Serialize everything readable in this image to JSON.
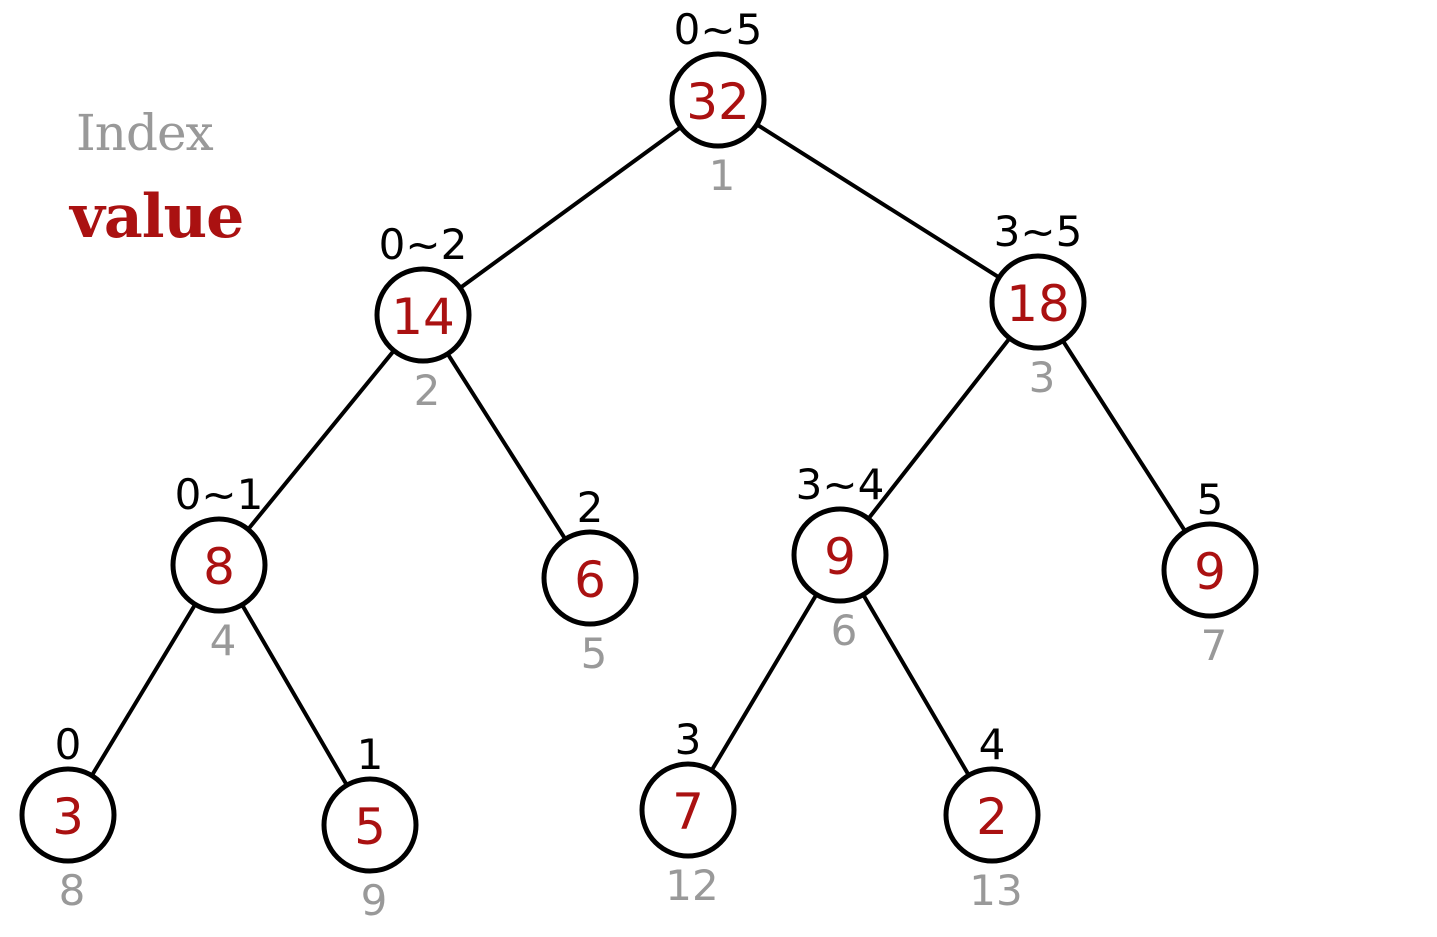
{
  "legend": {
    "index_label": "Index",
    "value_label": "value",
    "index_color": "#999999",
    "value_color": "#aa1111"
  },
  "nodes": [
    {
      "id": "n1",
      "value": "32",
      "range": "0~5",
      "index": "1"
    },
    {
      "id": "n2",
      "value": "14",
      "range": "0~2",
      "index": "2"
    },
    {
      "id": "n3",
      "value": "18",
      "range": "3~5",
      "index": "3"
    },
    {
      "id": "n4",
      "value": "8",
      "range": "0~1",
      "index": "4"
    },
    {
      "id": "n5",
      "value": "6",
      "range": "2",
      "index": "5"
    },
    {
      "id": "n6",
      "value": "9",
      "range": "3~4",
      "index": "6"
    },
    {
      "id": "n7",
      "value": "9",
      "range": "5",
      "index": "7"
    },
    {
      "id": "n8",
      "value": "3",
      "range": "0",
      "index": "8"
    },
    {
      "id": "n9",
      "value": "5",
      "range": "1",
      "index": "9"
    },
    {
      "id": "n12",
      "value": "7",
      "range": "3",
      "index": "12"
    },
    {
      "id": "n13",
      "value": "2",
      "range": "4",
      "index": "13"
    }
  ],
  "edges": [
    [
      "n1",
      "n2"
    ],
    [
      "n1",
      "n3"
    ],
    [
      "n2",
      "n4"
    ],
    [
      "n2",
      "n5"
    ],
    [
      "n3",
      "n6"
    ],
    [
      "n3",
      "n7"
    ],
    [
      "n4",
      "n8"
    ],
    [
      "n4",
      "n9"
    ],
    [
      "n6",
      "n12"
    ],
    [
      "n6",
      "n13"
    ]
  ]
}
